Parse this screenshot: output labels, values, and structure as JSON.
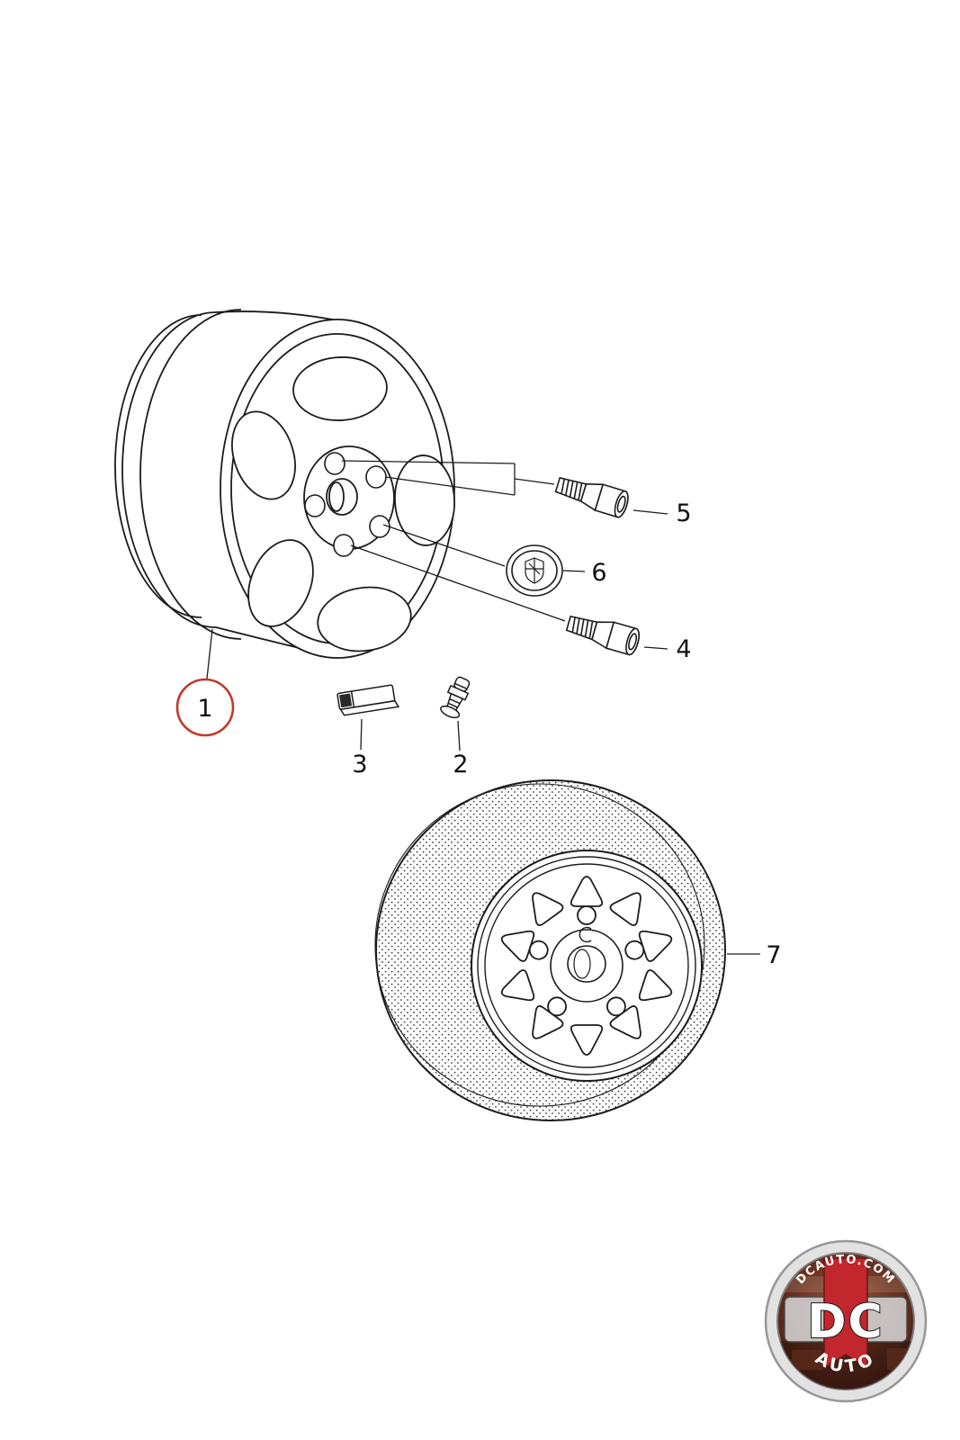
{
  "diagram": {
    "title": "wheel-and-spare-parts-diagram",
    "background": "#ffffff",
    "line_color": "#1c1c1c",
    "highlight_color": "#c0392b",
    "callouts": {
      "c1": "1",
      "c2": "2",
      "c3": "3",
      "c4": "4",
      "c5": "5",
      "c6": "6",
      "c7": "7"
    },
    "parts": {
      "p1": "alloy-wheel",
      "p2": "valve-stem",
      "p3": "balance-weight",
      "p4": "wheel-bolt",
      "p5": "wheel-bolt",
      "p6": "hub-cap",
      "p7": "spare-wheel"
    }
  },
  "logo": {
    "top_text": "DCAUTO.COM",
    "center_text": "DC",
    "bottom_text": "AUTO",
    "banner_color": "#c1272d"
  }
}
